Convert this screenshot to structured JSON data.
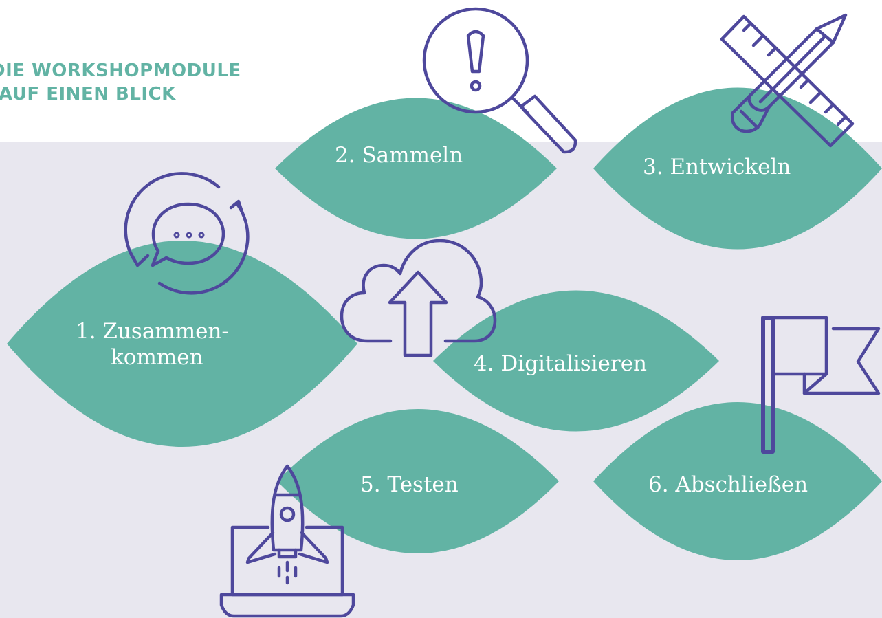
{
  "title": {
    "line1": "Die Workshopmodule",
    "line2": "auf einen Blick"
  },
  "colors": {
    "leaf": "#62b3a4",
    "icon": "#4e489c",
    "title": "#62b3a4",
    "panel": "#e8e7ef",
    "label": "#ffffff"
  },
  "modules": [
    {
      "label_line1": "1.  Zusammen-",
      "label_line2": "kommen",
      "icon": "chat-refresh-icon"
    },
    {
      "label": "2. Sammeln",
      "icon": "magnifier-exclamation-icon"
    },
    {
      "label": "3. Entwickeln",
      "icon": "pencil-ruler-icon"
    },
    {
      "label": "4. Digitalisieren",
      "icon": "cloud-upload-icon"
    },
    {
      "label": "5. Testen",
      "icon": "rocket-laptop-icon"
    },
    {
      "label": "6. Abschließen",
      "icon": "flag-icon"
    }
  ]
}
